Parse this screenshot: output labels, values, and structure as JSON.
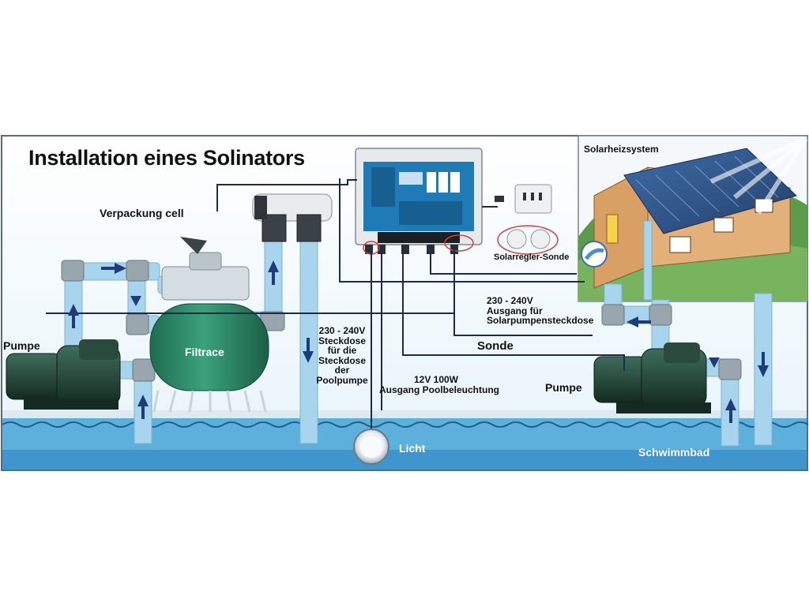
{
  "title": "Installation eines Solinators",
  "labels": {
    "verpackung_cell": "Verpackung cell",
    "pumpe_left": "Pumpe",
    "filtrace": "Filtrace",
    "steckdose_lines": [
      "230 - 240V",
      "Steckdose",
      "für die",
      "Steckdose",
      "der",
      "Poolpumpe"
    ],
    "licht": "Licht",
    "poolbeleuchtung_lines": [
      "12V 100W",
      "Ausgang Poolbeleuchtung"
    ],
    "solarpumpe_lines": [
      "230 - 240V",
      "Ausgang für",
      "Solarpumpensteckdose"
    ],
    "sonde": "Sonde",
    "pumpe_right": "Pumpe",
    "schwimmbad": "Schwimmbad",
    "solarregler_sonde": "Solarregler-Sonde",
    "solarheizsystem": "Solarheizsystem"
  },
  "colors": {
    "pipe": "#a9d4ee",
    "water": "#5db0dc",
    "water_dark": "#2f7fb8",
    "filter_tank": "#2f8a68",
    "pump": "#244a3c",
    "controller": "#1f7bb5",
    "wire": "#1e2a4a",
    "arrow": "#1f3c7a"
  },
  "icons": [
    "arrow-up-icon",
    "arrow-down-icon",
    "arrow-right-icon",
    "arrow-left-icon",
    "sun-icon",
    "power-socket-icon",
    "light-bulb-icon"
  ]
}
